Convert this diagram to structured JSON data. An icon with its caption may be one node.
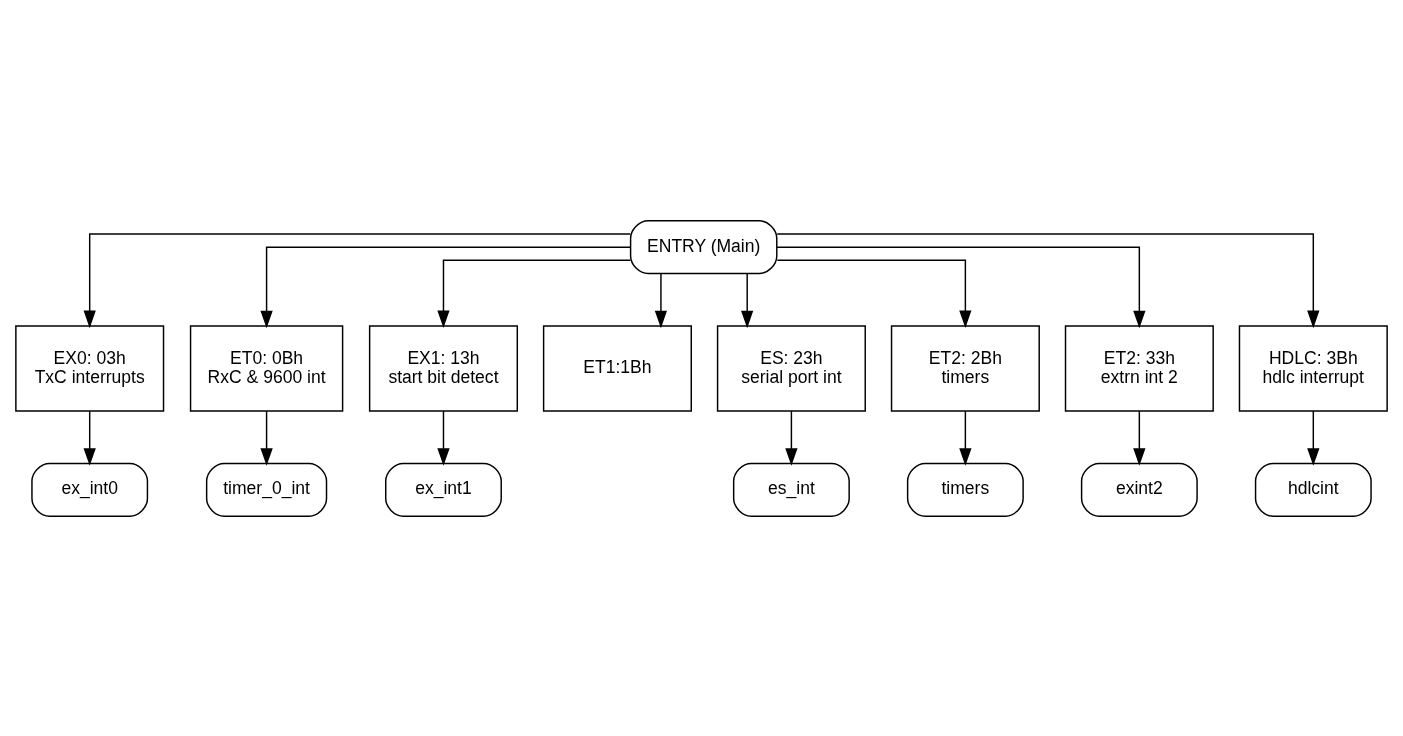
{
  "diagram": {
    "nodes": [
      {
        "text": [
          "ENTRY (Main)"
        ]
      },
      {
        "text": [
          "EX0: 03h",
          "TxC interrupts"
        ]
      },
      {
        "text": [
          "ET0: 0Bh",
          "RxC & 9600 int"
        ]
      },
      {
        "text": [
          "EX1: 13h",
          "start bit detect"
        ]
      },
      {
        "text": [
          "ET1:1Bh"
        ]
      },
      {
        "text": [
          "ES: 23h",
          "serial port int"
        ]
      },
      {
        "text": [
          "ET2: 2Bh",
          "timers"
        ]
      },
      {
        "text": [
          "ET2: 33h",
          "extrn int 2"
        ]
      },
      {
        "text": [
          "HDLC: 3Bh",
          "hdlc interrupt"
        ]
      },
      {
        "text": [
          "ex_int0"
        ]
      },
      {
        "text": [
          "es_int"
        ]
      },
      {
        "text": [
          "timer_0_int"
        ]
      },
      {
        "text": [
          "timers"
        ]
      },
      {
        "text": [
          "ex_int1"
        ]
      },
      {
        "text": [
          "exint2"
        ]
      },
      {
        "text": [
          "hdlcint"
        ]
      }
    ],
    "edges": [
      {
        "from": 0,
        "to": 1,
        "arrow": "to"
      },
      {
        "from": 0,
        "to": 5,
        "arrow": "to"
      },
      {
        "from": 0,
        "to": 2,
        "arrow": "to"
      },
      {
        "from": 0,
        "to": 6,
        "arrow": "to"
      },
      {
        "from": 0,
        "to": 3,
        "arrow": "to"
      },
      {
        "from": 0,
        "to": 7,
        "arrow": "to"
      },
      {
        "from": 0,
        "to": 4,
        "arrow": "to"
      },
      {
        "from": 0,
        "to": 8,
        "arrow": "to"
      },
      {
        "from": 1,
        "to": 9,
        "arrow": "to"
      },
      {
        "from": 5,
        "to": 10,
        "arrow": "to"
      },
      {
        "from": 2,
        "to": 11,
        "arrow": "to"
      },
      {
        "from": 6,
        "to": 12,
        "arrow": "to"
      },
      {
        "from": 3,
        "to": 13,
        "arrow": "to"
      },
      {
        "from": 7,
        "to": 14,
        "arrow": "to"
      },
      {
        "from": 8,
        "to": 15,
        "arrow": "to"
      }
    ]
  }
}
